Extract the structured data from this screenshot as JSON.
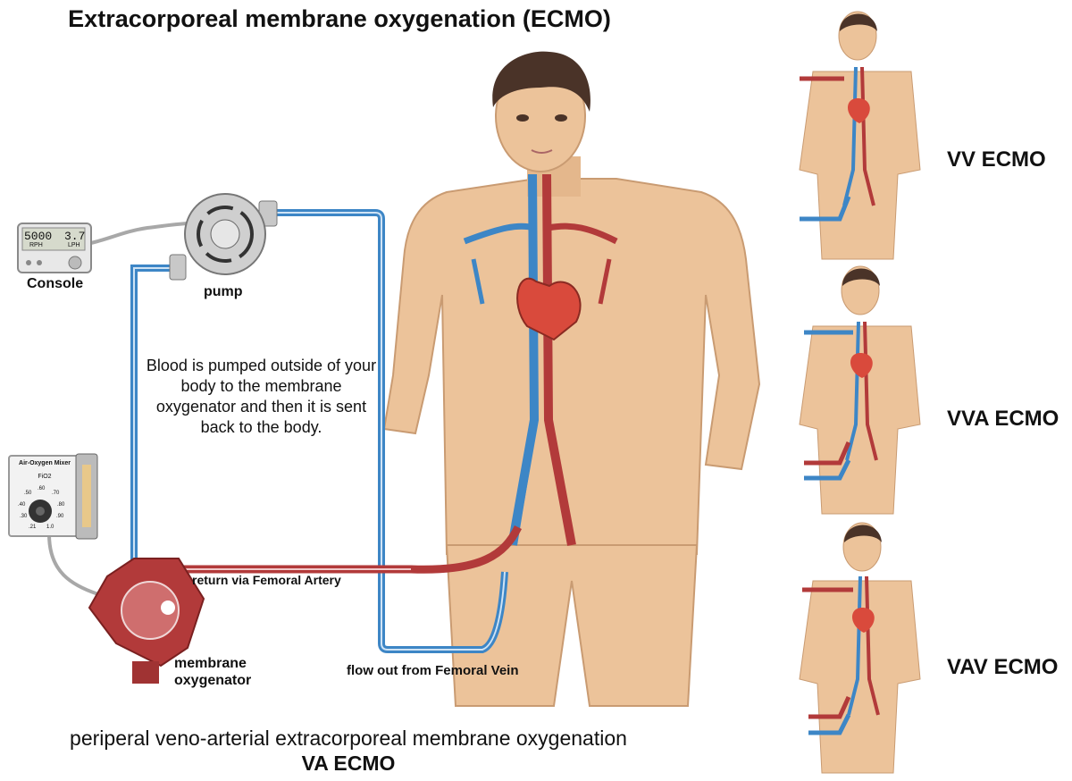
{
  "title": "Extracorporeal membrane oxygenation (ECMO)",
  "labels": {
    "console": "Console",
    "pump": "pump",
    "oxygenator": "membrane oxygenator",
    "return": "return via Femoral Artery",
    "flow_out": "flow out from Femoral  Vein"
  },
  "console_display": {
    "rpm_value": "5000",
    "rpm_unit": "RPH",
    "lph_value": "3.7",
    "lph_unit": "LPH"
  },
  "mixer": {
    "title": "Air-Oxygen Mixer",
    "subtitle": "FiO2",
    "scale": [
      ".21",
      ".30",
      ".40",
      ".50",
      ".60",
      ".70",
      ".80",
      ".90",
      "1.0"
    ]
  },
  "description": "Blood is pumped outside of your body to the membrane oxygenator and then it is sent back to the body.",
  "caption": {
    "line1": "periperal veno-arterial extracorporeal membrane oxygenation",
    "line2": "VA  ECMO"
  },
  "variants": [
    "VV ECMO",
    "VVA ECMO",
    "VAV ECMO"
  ],
  "colors": {
    "vein": "#3d86c6",
    "artery": "#b23a3a",
    "skin": "#ecc39a",
    "hair": "#4a3328",
    "heart": "#d94a3c"
  }
}
